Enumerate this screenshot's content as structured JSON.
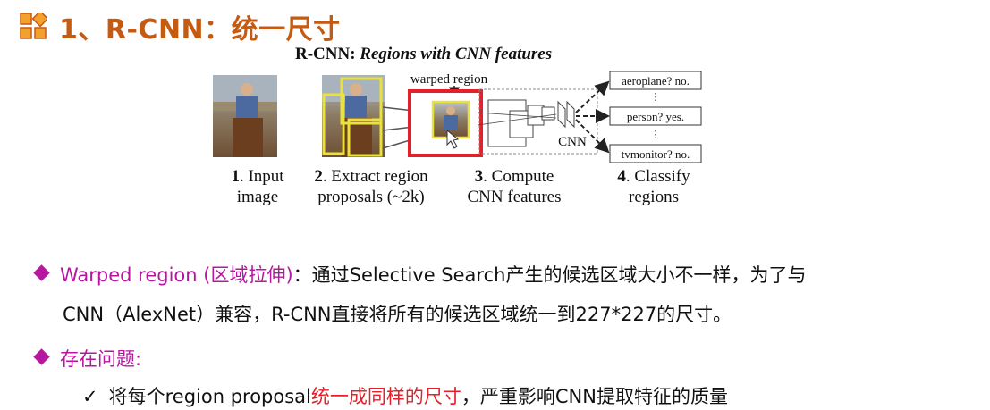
{
  "slide": {
    "title": "1、R-CNN：统一尺寸"
  },
  "figure": {
    "title_bold": "R-CNN: ",
    "title_italic": "Regions with CNN features",
    "warped_label": "warped region",
    "cnn_label": "CNN",
    "outputs": [
      "aeroplane? no.",
      "person? yes.",
      "tvmonitor? no."
    ],
    "stages": [
      {
        "num": "1",
        "text_a": ". Input",
        "text_b": "image"
      },
      {
        "num": "2",
        "text_a": ". Extract region",
        "text_b": "proposals (~2k)"
      },
      {
        "num": "3",
        "text_a": ". Compute",
        "text_b": "CNN features"
      },
      {
        "num": "4",
        "text_a": ". Classify",
        "text_b": "regions"
      }
    ]
  },
  "bullets": {
    "b1_term": "Warped region (区域拉伸)",
    "b1_colon": "：",
    "b1_text1": "通过Selective Search产生的候选区域大小不一样，为了与",
    "b1_text2": "CNN（AlexNet）兼容，R-CNN直接将所有的候选区域统一到227*227的尺寸。",
    "b2_term": "存在问题:",
    "check": "✓",
    "b2_sub_a": "将每个region proposal",
    "b2_sub_red": "统一成同样的尺寸",
    "b2_sub_b": "，严重影响CNN提取特征的质量"
  },
  "colors": {
    "title": "#c65a11",
    "bullet": "#b5179e",
    "highlight": "#e5202b",
    "proposal_box": "#e8e23a"
  }
}
